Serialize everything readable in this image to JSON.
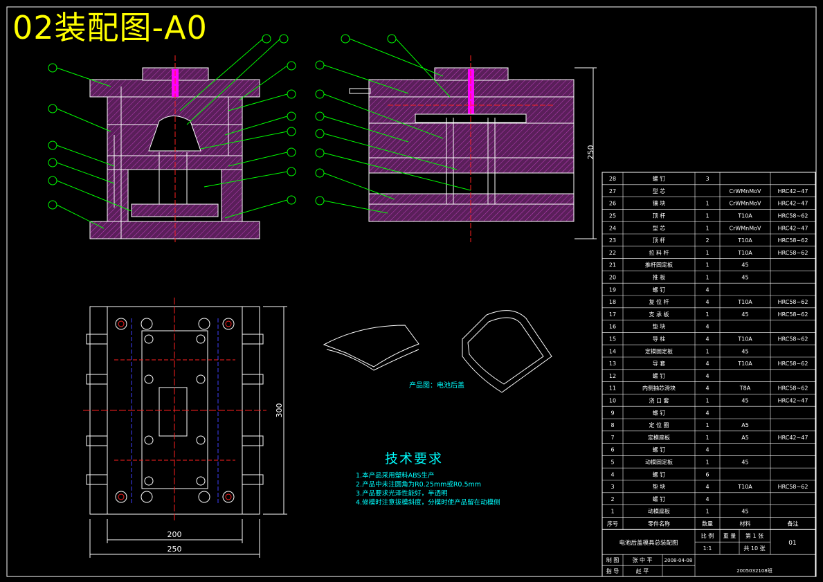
{
  "title": "02装配图-A0",
  "product_caption": "产品图：电池后盖",
  "tech_requirements": {
    "heading": "技术要求",
    "lines": [
      "1.本产品采用塑料ABS生产",
      "2.产品中未注圆角为R0.25mm或R0.5mm",
      "3.产品要求光泽性能好，半透明",
      "4.修模时注意拔模斜度，分模时使产品留在动模侧"
    ]
  },
  "dimensions": {
    "plan_width_inner": "200",
    "plan_width_outer": "250",
    "plan_height": "300",
    "side_height": "250"
  },
  "bom_rows": [
    {
      "no": "28",
      "name": "螺 钉",
      "qty": "3",
      "material": "",
      "note": ""
    },
    {
      "no": "27",
      "name": "型 芯",
      "qty": "",
      "material": "CrWMnMoV",
      "note": "HRC42~47"
    },
    {
      "no": "26",
      "name": "镶 块",
      "qty": "1",
      "material": "CrWMnMoV",
      "note": "HRC42~47"
    },
    {
      "no": "25",
      "name": "顶 杆",
      "qty": "1",
      "material": "T10A",
      "note": "HRC58~62"
    },
    {
      "no": "24",
      "name": "型 芯",
      "qty": "1",
      "material": "CrWMnMoV",
      "note": "HRC42~47"
    },
    {
      "no": "23",
      "name": "顶 杆",
      "qty": "2",
      "material": "T10A",
      "note": "HRC58~62"
    },
    {
      "no": "22",
      "name": "拉 料 杆",
      "qty": "1",
      "material": "T10A",
      "note": "HRC58~62"
    },
    {
      "no": "21",
      "name": "推杆固定板",
      "qty": "1",
      "material": "45",
      "note": ""
    },
    {
      "no": "20",
      "name": "推 板",
      "qty": "1",
      "material": "45",
      "note": ""
    },
    {
      "no": "19",
      "name": "螺 钉",
      "qty": "4",
      "material": "",
      "note": ""
    },
    {
      "no": "18",
      "name": "复 位 杆",
      "qty": "4",
      "material": "T10A",
      "note": "HRC58~62"
    },
    {
      "no": "17",
      "name": "支 承 板",
      "qty": "1",
      "material": "45",
      "note": "HRC58~62"
    },
    {
      "no": "16",
      "name": "垫 块",
      "qty": "4",
      "material": "",
      "note": ""
    },
    {
      "no": "15",
      "name": "导 柱",
      "qty": "4",
      "material": "T10A",
      "note": "HRC58~62"
    },
    {
      "no": "14",
      "name": "定模固定板",
      "qty": "1",
      "material": "45",
      "note": ""
    },
    {
      "no": "13",
      "name": "导 套",
      "qty": "4",
      "material": "T10A",
      "note": "HRC58~62"
    },
    {
      "no": "12",
      "name": "螺 钉",
      "qty": "4",
      "material": "",
      "note": ""
    },
    {
      "no": "11",
      "name": "内侧抽芯滑块",
      "qty": "4",
      "material": "T8A",
      "note": "HRC58~62"
    },
    {
      "no": "10",
      "name": "浇 口 套",
      "qty": "1",
      "material": "45",
      "note": "HRC42~47"
    },
    {
      "no": "9",
      "name": "螺 钉",
      "qty": "4",
      "material": "",
      "note": ""
    },
    {
      "no": "8",
      "name": "定 位 圈",
      "qty": "1",
      "material": "A5",
      "note": ""
    },
    {
      "no": "7",
      "name": "定模座板",
      "qty": "1",
      "material": "A5",
      "note": "HRC42~47"
    },
    {
      "no": "6",
      "name": "螺 钉",
      "qty": "4",
      "material": "",
      "note": ""
    },
    {
      "no": "5",
      "name": "动模固定板",
      "qty": "1",
      "material": "45",
      "note": ""
    },
    {
      "no": "4",
      "name": "螺 钉",
      "qty": "6",
      "material": "",
      "note": ""
    },
    {
      "no": "3",
      "name": "垫 块",
      "qty": "4",
      "material": "T10A",
      "note": "HRC58~62"
    },
    {
      "no": "2",
      "name": "螺 钉",
      "qty": "4",
      "material": "",
      "note": ""
    },
    {
      "no": "1",
      "name": "动模座板",
      "qty": "1",
      "material": "45",
      "note": ""
    }
  ],
  "bom_header": {
    "no": "序号",
    "name": "零件名称",
    "qty": "数量",
    "material": "材料",
    "note": "备注"
  },
  "title_block": {
    "drawing_name": "电池后盖模具总装配图",
    "ratio_label": "比 例",
    "weight_label": "重 量",
    "sheet_label": "第 1 张",
    "ratio_value": "1:1",
    "total_label": "共 10 张",
    "drawing_no": "01",
    "designer_label": "制 图",
    "designer": "张 中 平",
    "date": "2008-04-08",
    "checker_label": "指 导",
    "checker": "赵 平",
    "school_code": "2005032108班"
  },
  "colors": {
    "line": "#ffffff",
    "hatch": "#ff00ff",
    "annotation": "#00ff00",
    "blue": "#4040ff",
    "red": "#ff2020",
    "table": "#ffffff",
    "cyan": "#00ffff",
    "yellow": "#ffff00",
    "plate": "#cc40cc"
  }
}
